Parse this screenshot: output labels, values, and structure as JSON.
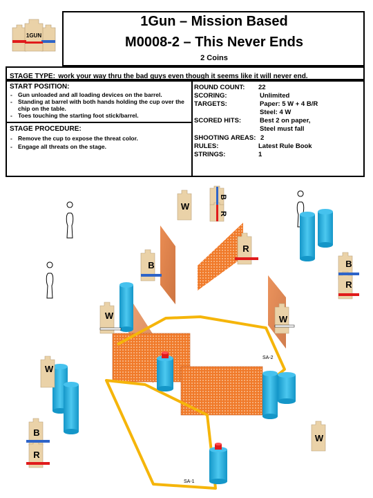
{
  "header": {
    "logo_text": "1GUN",
    "title_line1": "1Gun – Mission Based",
    "title_line2": "M0008-2 – This Never Ends",
    "coins": "2 Coins"
  },
  "stage_type": {
    "label": "STAGE TYPE:",
    "text": "work your way thru the bad guys even though it seems like it will never end."
  },
  "start_position": {
    "label": "START POSITION:",
    "items": [
      "Gun unloaded and all loading devices on the barrel.",
      "Standing at barrel with both hands holding the cup over the chip on the table.",
      "Toes touching the starting foot stick/barrel."
    ]
  },
  "stage_procedure": {
    "label": "STAGE PROCEDURE:",
    "items": [
      "Remove the cup to expose the threat color.",
      "Engage all threats on the stage."
    ]
  },
  "info": {
    "round_count_label": "ROUND COUNT:",
    "round_count": "22",
    "scoring_label": "SCORING:",
    "scoring": "Unlimited",
    "targets_label": "TARGETS:",
    "targets_paper": "Paper: 5 W + 4 B/R",
    "targets_steel": "Steel:  4 W",
    "scored_hits_label": "SCORED HITS:",
    "scored_hits_1": "Best 2 on paper,",
    "scored_hits_2": "Steel must fall",
    "shooting_areas_label": "SHOOTING AREAS:",
    "shooting_areas": "2",
    "rules_label": "RULES:",
    "rules": "Latest Rule Book",
    "strings_label": "STRINGS:",
    "strings": "1"
  },
  "diagram": {
    "sa1_label": "SA-1",
    "sa2_label": "SA-2",
    "target_w": "W",
    "target_b": "B",
    "target_r": "R",
    "colors": {
      "fault_line": "#f5b50a",
      "barrel": "#1fb3e6",
      "wall": "#f07a2a",
      "target": "#ead2a8",
      "red_band": "#e01b1b",
      "blue_band": "#2e64c8"
    }
  }
}
